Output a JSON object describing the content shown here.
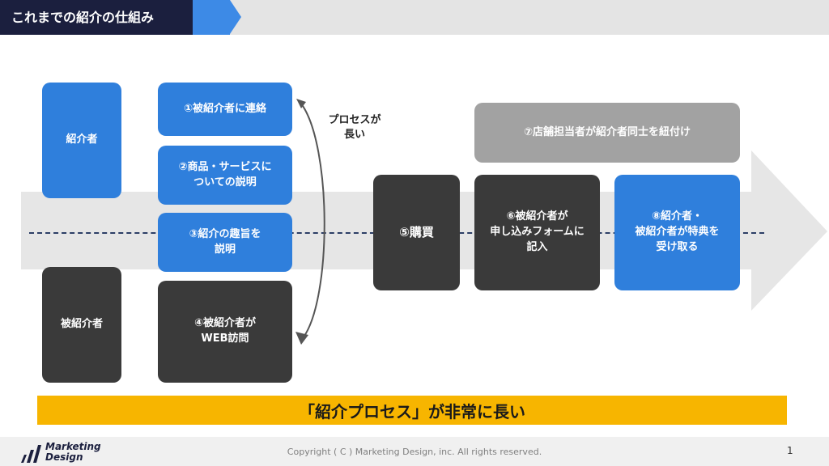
{
  "header": {
    "title": "これまでの紹介の仕組み"
  },
  "actors": {
    "referrer": "紹介者",
    "referee": "被紹介者"
  },
  "steps": {
    "s1": "①被紹介者に連絡",
    "s2": "②商品・サービスに\nついての説明",
    "s3": "③紹介の趣旨を\n説明",
    "s4": "④被紹介者が\nWEB訪問",
    "s5": "⑤購買",
    "s6": "⑥被紹介者が\n申し込みフォームに\n記入",
    "s7": "⑦店舗担当者が紹介者同士を紐付け",
    "s8": "⑧紹介者・\n被紹介者が特典を\n受け取る"
  },
  "note": "プロセスが\n長い",
  "banner": "「紹介プロセス」が非常に長い",
  "footer": {
    "logo_text": "Marketing\nDesign",
    "copyright": "Copyright ( C ) Marketing Design, inc. All rights reserved.",
    "page": "1"
  },
  "colors": {
    "navy": "#1b1f3e",
    "accent_blue": "#3d8ae6",
    "box_blue": "#2f7fdc",
    "box_dark": "#3a3a3a",
    "box_gray": "#a2a2a2",
    "banner_yellow": "#f7b500"
  }
}
